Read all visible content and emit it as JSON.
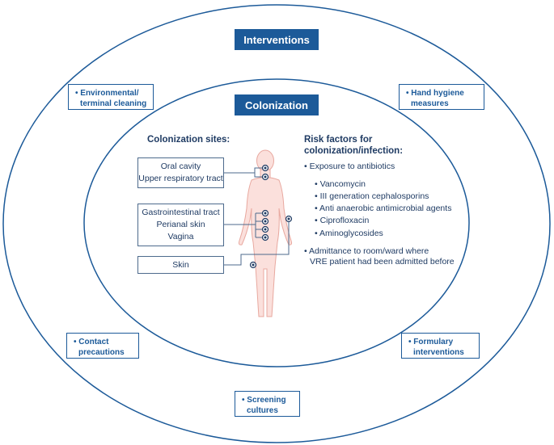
{
  "interventions": {
    "title": "Interventions"
  },
  "colonization": {
    "title": "Colonization"
  },
  "outer_boxes": {
    "environmental": [
      "• Environmental/",
      "terminal cleaning"
    ],
    "hand_hygiene": [
      "• Hand hygiene",
      "measures"
    ],
    "contact": [
      "• Contact",
      "precautions"
    ],
    "formulary": [
      "• Formulary",
      "interventions"
    ],
    "screening": [
      "• Screening",
      "cultures"
    ]
  },
  "colonization_sites": {
    "heading": "Colonization sites:",
    "box1": [
      "Oral cavity",
      "Upper respiratory tract"
    ],
    "box2": [
      "Gastrointestinal tract",
      "Perianal skin",
      "Vagina"
    ],
    "box3": [
      "Skin"
    ]
  },
  "risk_factors": {
    "heading": [
      "Risk factors for",
      "colonization/infection:"
    ],
    "antibiotics": "• Exposure to antibiotics",
    "drugs": [
      "• Vancomycin",
      "• III generation cephalosporins",
      "• Anti anaerobic antimicrobial agents",
      "• Ciprofloxacin",
      "• Aminoglycosides"
    ],
    "admittance": [
      "• Admittance to room/ward where",
      "VRE patient had been admitted before"
    ]
  },
  "colors": {
    "ellipse_stroke": "#1c5a99",
    "box_fill": "#1c5a99",
    "body_fill": "#fbe0dc",
    "body_stroke": "#e8a89f",
    "marker_dark": "#1f3b63"
  }
}
